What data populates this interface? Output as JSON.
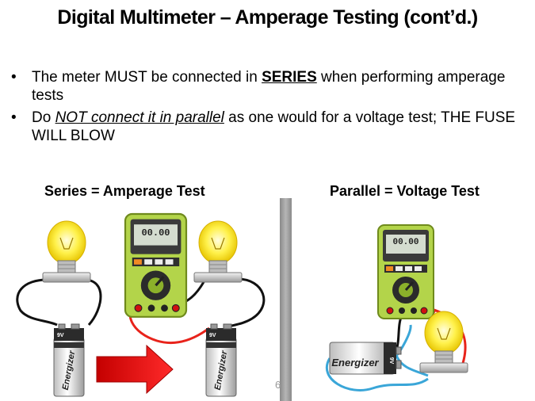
{
  "slide": {
    "title": "Digital Multimeter – Amperage Testing (cont’d.)",
    "bullets": [
      {
        "pre": "The meter MUST be connected in ",
        "emph": "SERIES",
        "post": " when performing amperage tests"
      },
      {
        "pre": "Do ",
        "emph": "NOT connect it in parallel",
        "post": " as one would for a voltage test; THE FUSE WILL BLOW"
      }
    ],
    "left_caption": "Series = Amperage Test",
    "right_caption": "Parallel = Voltage Test",
    "page_number": "6"
  },
  "meter": {
    "display": "00.00"
  },
  "battery": {
    "voltage": "9V",
    "brand": "Energizer"
  },
  "colors": {
    "meter_body": "#b3d44a",
    "meter_dark": "#2b2b2b",
    "wire_red": "#e8231b",
    "wire_blue": "#3aa6d8",
    "arrow_red": "#e60000",
    "bulb_glow": "#fff14a"
  },
  "icons": [
    "lightbulb-icon",
    "multimeter-icon",
    "battery-icon",
    "arrow-icon"
  ]
}
